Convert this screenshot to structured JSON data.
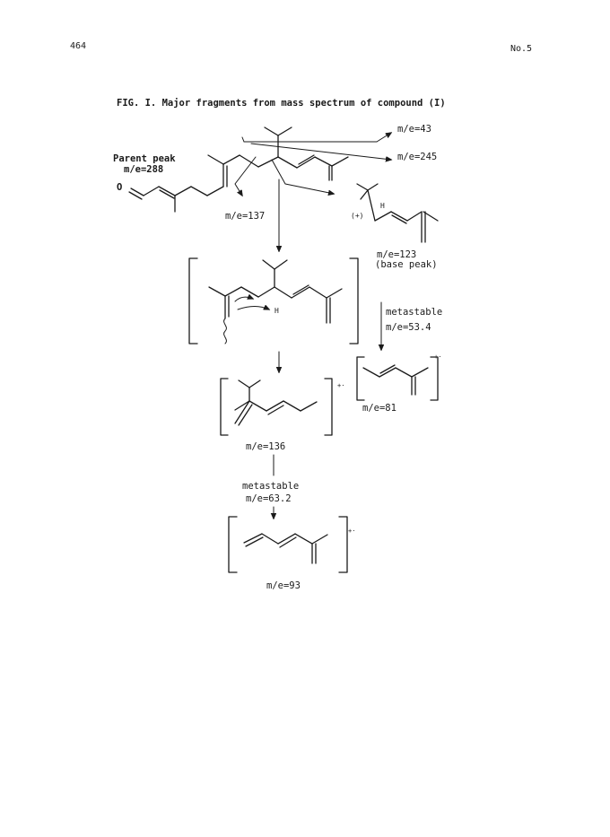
{
  "header": {
    "page_number": "464",
    "issue": "No.5"
  },
  "figure": {
    "caption": "FIG. I.  Major fragments from mass spectrum of compound (I)",
    "labels": {
      "parent_peak": "Parent peak",
      "parent_mz": "m/e=288",
      "oxygen": "O",
      "mz_43": "m/e=43",
      "mz_245": "m/e=245",
      "mz_137": "m/e=137",
      "hydrogen_a": "H",
      "charge_plus": "(+)",
      "mz_123": "m/e=123",
      "base_peak": "(base peak)",
      "hydrogen_b": "H",
      "metastable_1": "metastable",
      "metastable_1_mz": "m/e=53.4",
      "radical_cation_1": "+·",
      "radical_cation_2": "+·",
      "mz_81": "m/e=81",
      "mz_136": "m/e=136",
      "metastable_2": "metastable",
      "metastable_2_mz": "m/e=63.2",
      "radical_cation_3": "+·",
      "mz_93": "m/e=93"
    }
  }
}
